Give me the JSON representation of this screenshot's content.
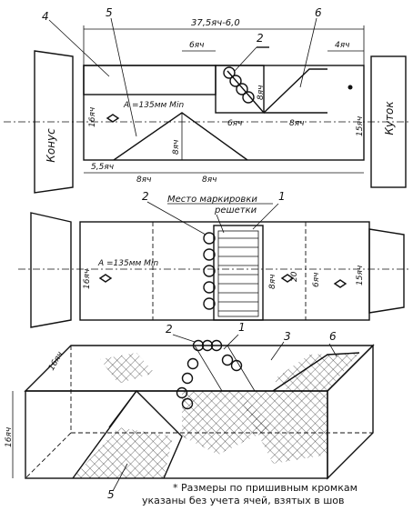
{
  "top_view": {
    "dim_total": "37,5яч-6,0",
    "dim_6a": "6яч",
    "dim_4": "4яч",
    "dim_6b": "6яч",
    "dim_8a": "8яч",
    "dim_8b": "8яч",
    "dim_8c": "8яч",
    "dim_8d": "8яч",
    "dim_8e": "8яч",
    "dim_55": "5,5яч",
    "dim_16": "16яч",
    "dim_15": "15яч",
    "a_label": "A =135мм Min",
    "cone_label": "Конус",
    "bag_label": "Куток",
    "callout_2": "2",
    "callout_4": "4",
    "callout_5": "5",
    "callout_6": "6"
  },
  "middle_view": {
    "marking_place_line1": "Место маркировки",
    "marking_place_line2": "решетки",
    "callout_1": "1",
    "callout_2": "2",
    "a_label": "A =135мм Min",
    "dim_16": "16яч",
    "dim_8": "8яч",
    "dim_20": "20",
    "dim_6": "6яч",
    "dim_15": "15яч"
  },
  "iso_view": {
    "callout_1": "1",
    "callout_2": "2",
    "callout_3": "3",
    "callout_5": "5",
    "callout_6": "6",
    "dim_16a": "16яч",
    "dim_16b": "16яч"
  },
  "footnote": {
    "line1": "* Размеры по пришивным кромкам",
    "line2": "указаны без учета ячей, взятых в шов"
  }
}
